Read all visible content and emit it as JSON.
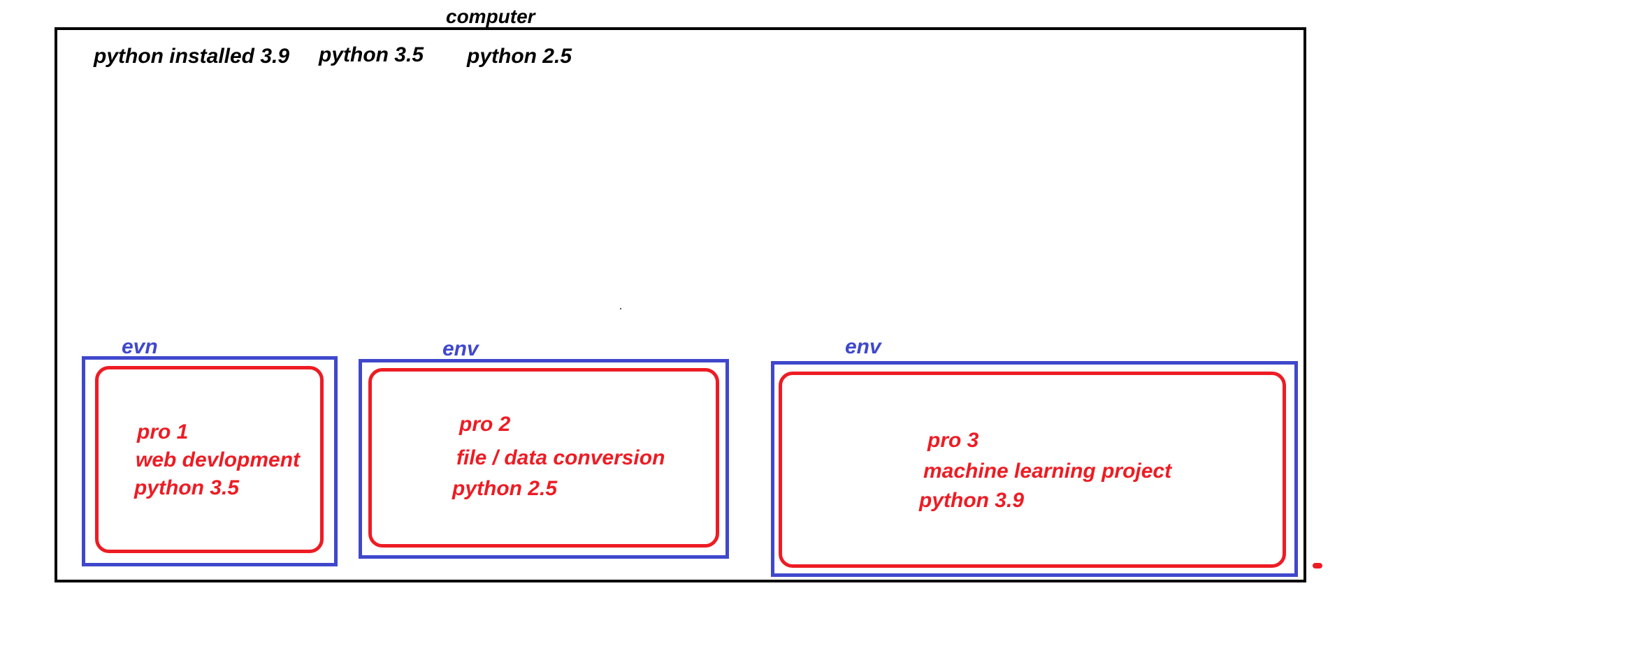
{
  "diagram": {
    "computer_label": "computer",
    "installed_versions": [
      "python installed 3.9",
      "python 3.5",
      "python 2.5"
    ],
    "environments": [
      {
        "env_label": "evn",
        "project": {
          "name": "pro 1",
          "description": "web devlopment",
          "python": "python 3.5"
        }
      },
      {
        "env_label": "env",
        "project": {
          "name": "pro 2",
          "description": "file / data conversion",
          "python": "python 2.5"
        }
      },
      {
        "env_label": "env",
        "project": {
          "name": "pro 3",
          "description": "machine learning project",
          "python": "python 3.9"
        }
      }
    ]
  },
  "colors": {
    "computer_border": "#000000",
    "env_border": "#3f48cc",
    "project_border": "#ed1c24"
  }
}
